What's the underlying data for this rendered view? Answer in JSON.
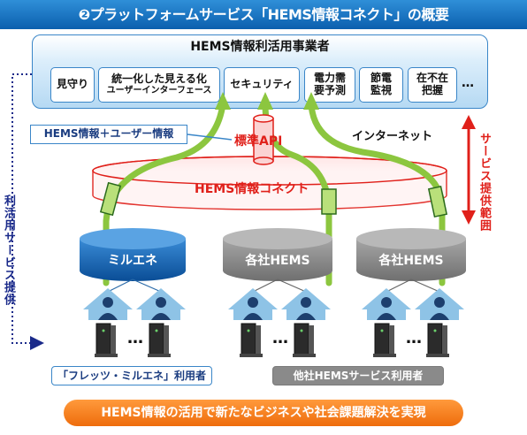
{
  "title": {
    "number": "❷",
    "text": "プラットフォームサービス「HEMS情報コネクト」の概要"
  },
  "operators": {
    "title": "HEMS情報利活用事業者",
    "services": [
      {
        "lines": [
          "見守り"
        ]
      },
      {
        "lines": [
          "統一化した見える化",
          "ユーザーインターフェース"
        ]
      },
      {
        "lines": [
          "セキュリティ"
        ]
      },
      {
        "lines": [
          "電力需",
          "要予測"
        ]
      },
      {
        "lines": [
          "節電",
          "監視"
        ]
      },
      {
        "lines": [
          "在不在",
          "把握"
        ]
      }
    ],
    "more": "…"
  },
  "info_label": "HEMS情報＋ユーザー情報",
  "api_label": "標準API",
  "internet_label": "インターネット",
  "connect_label": "HEMS情報コネクト",
  "service_range_label": "サービス提供範囲",
  "provision_label": "利活用サービス提供",
  "systems": [
    "ミルエネ",
    "各社HEMS",
    "各社HEMS"
  ],
  "device_ellipsis": "…",
  "user_labels": [
    "「フレッツ・ミルエネ」利用者",
    "他社HEMSサービス利用者"
  ],
  "bottom_banner": "HEMS情報の活用で新たなビジネスや社会課題解決を実現",
  "colors": {
    "title_blue": "#0b5fae",
    "accent_red": "#e0201a",
    "pipe_green": "#8cc63f",
    "milene_blue": "#0d5cab",
    "hems_gray": "#8a8a8a",
    "house_blue": "#8ec3e6",
    "banner_orange": "#f07d1a"
  },
  "icons": [
    "person-icon",
    "house-icon",
    "hems-device-icon",
    "arrow-up-icon",
    "standard-api-cylinder-icon",
    "green-pipe-icon"
  ]
}
